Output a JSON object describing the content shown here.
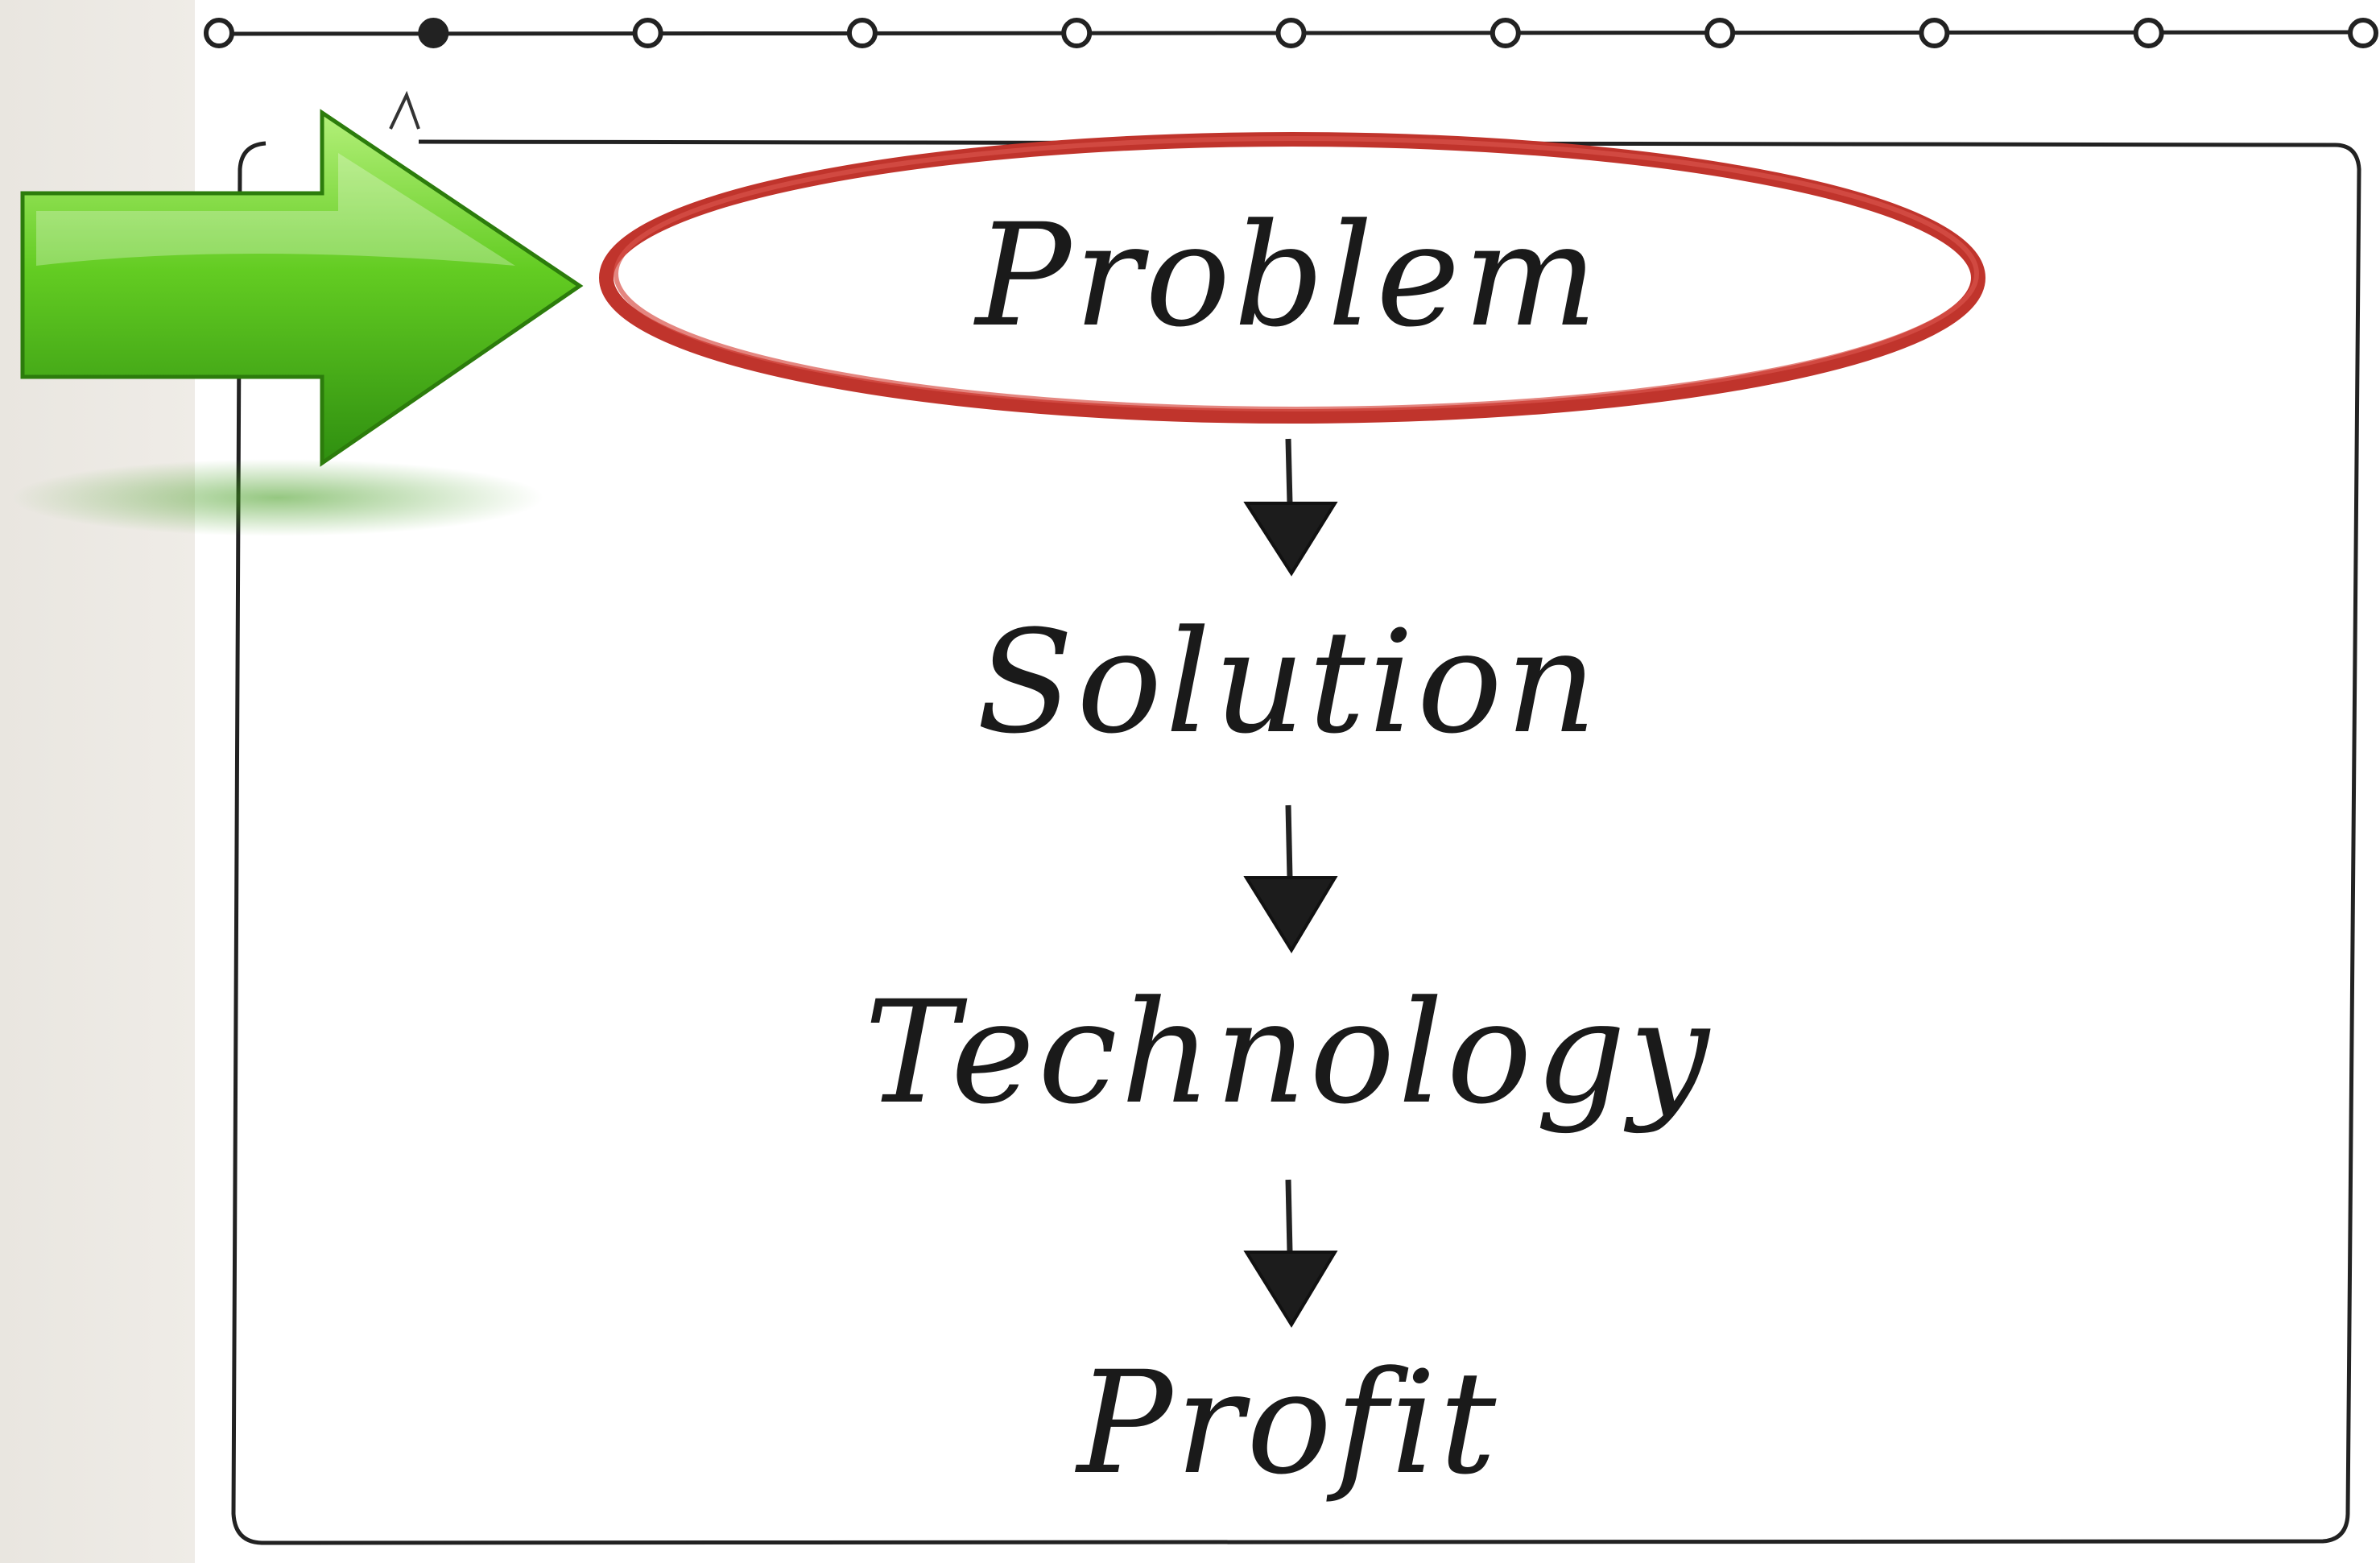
{
  "slide": {
    "flow_steps": [
      "Problem",
      "Solution",
      "Technology",
      "Profit"
    ],
    "highlighted_step": "Problem"
  },
  "progress": {
    "total_steps": 11,
    "current_step": 2
  },
  "colors": {
    "highlight_ring": "#c0342c",
    "pointer_arrow": "#5cc61c",
    "ink": "#1a1a1a"
  }
}
